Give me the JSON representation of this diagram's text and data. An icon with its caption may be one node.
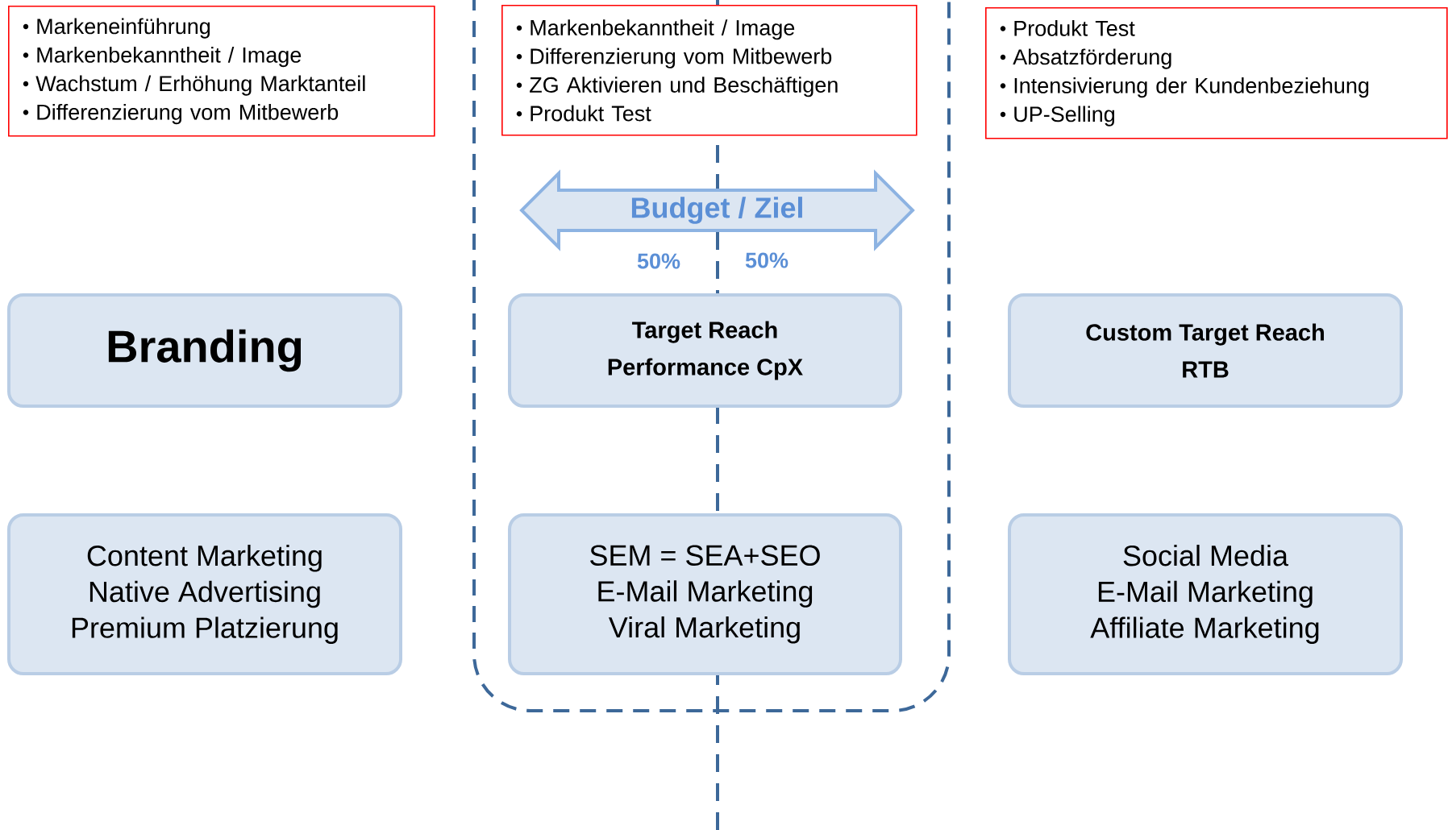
{
  "diagram": {
    "nodes": [
      {
        "text": [
          "Markeneinführung",
          "Markenbekanntheit / Image",
          "Wachstum / Erhöhung Marktanteil",
          "Differenzierung vom Mitbewerb"
        ]
      },
      {
        "text": [
          "Markenbekanntheit / Image",
          "Differenzierung vom Mitbewerb",
          "ZG Aktivieren und Beschäftigen",
          "Produkt Test"
        ]
      },
      {
        "text": [
          "Produkt Test",
          "Absatzförderung",
          "Intensivierung der Kundenbeziehung",
          "UP-Selling"
        ]
      },
      {
        "text": [
          "Budget / Ziel"
        ]
      },
      {
        "text": [
          "Branding"
        ]
      },
      {
        "text": [
          "Target  Reach",
          "Performance CpX"
        ]
      },
      {
        "text": [
          "Custom Target  Reach",
          "RTB"
        ]
      },
      {
        "text": [
          "Content Marketing",
          "Native Advertising",
          "Premium Platzierung"
        ]
      },
      {
        "text": [
          "SEM = SEA+SEO",
          "E-Mail Marketing",
          "Viral Marketing"
        ]
      },
      {
        "text": [
          "Social Media",
          "E-Mail Marketing",
          "Affiliate Marketing"
        ]
      }
    ],
    "labels": [
      "50%",
      "50%"
    ]
  }
}
